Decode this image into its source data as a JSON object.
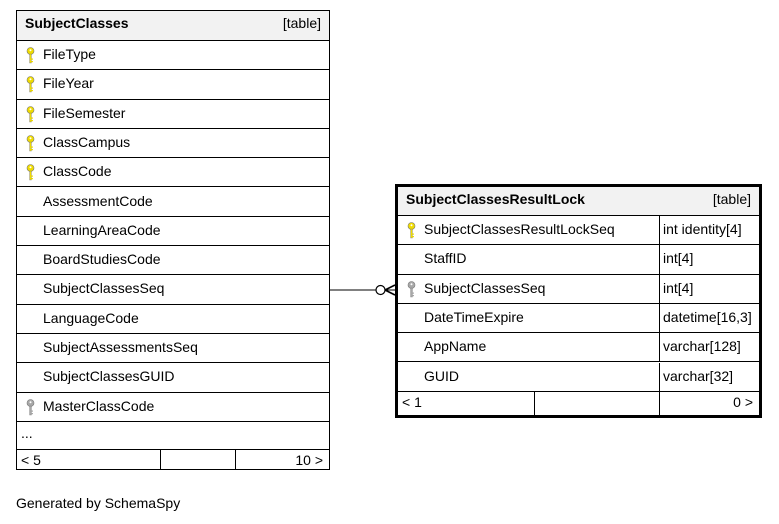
{
  "left_table": {
    "name": "SubjectClasses",
    "kind": "[table]",
    "columns": [
      {
        "name": "FileType",
        "key": "primary"
      },
      {
        "name": "FileYear",
        "key": "primary"
      },
      {
        "name": "FileSemester",
        "key": "primary"
      },
      {
        "name": "ClassCampus",
        "key": "primary"
      },
      {
        "name": "ClassCode",
        "key": "primary"
      },
      {
        "name": "AssessmentCode",
        "key": "none"
      },
      {
        "name": "LearningAreaCode",
        "key": "none"
      },
      {
        "name": "BoardStudiesCode",
        "key": "none"
      },
      {
        "name": "SubjectClassesSeq",
        "key": "none"
      },
      {
        "name": "LanguageCode",
        "key": "none"
      },
      {
        "name": "SubjectAssessmentsSeq",
        "key": "none"
      },
      {
        "name": "SubjectClassesGUID",
        "key": "none"
      },
      {
        "name": "MasterClassCode",
        "key": "foreign"
      }
    ],
    "more": "...",
    "footer_left": "< 5",
    "footer_right": "10 >"
  },
  "right_table": {
    "name": "SubjectClassesResultLock",
    "kind": "[table]",
    "columns": [
      {
        "name": "SubjectClassesResultLockSeq",
        "type": "int identity[4]",
        "key": "primary"
      },
      {
        "name": "StaffID",
        "type": "int[4]",
        "key": "none"
      },
      {
        "name": "SubjectClassesSeq",
        "type": "int[4]",
        "key": "foreign"
      },
      {
        "name": "DateTimeExpire",
        "type": "datetime[16,3]",
        "key": "none"
      },
      {
        "name": "AppName",
        "type": "varchar[128]",
        "key": "none"
      },
      {
        "name": "GUID",
        "type": "varchar[32]",
        "key": "none"
      }
    ],
    "footer_left": "< 1",
    "footer_right": "0 >"
  },
  "caption": "Generated by SchemaSpy",
  "colors": {
    "primary_key": "#f0dc00",
    "foreign_key": "#a8a8a8",
    "header_bg": "#f2f2f2",
    "line": "#000000"
  },
  "icons": {
    "primary": "primary-key-icon",
    "foreign": "foreign-key-icon"
  }
}
